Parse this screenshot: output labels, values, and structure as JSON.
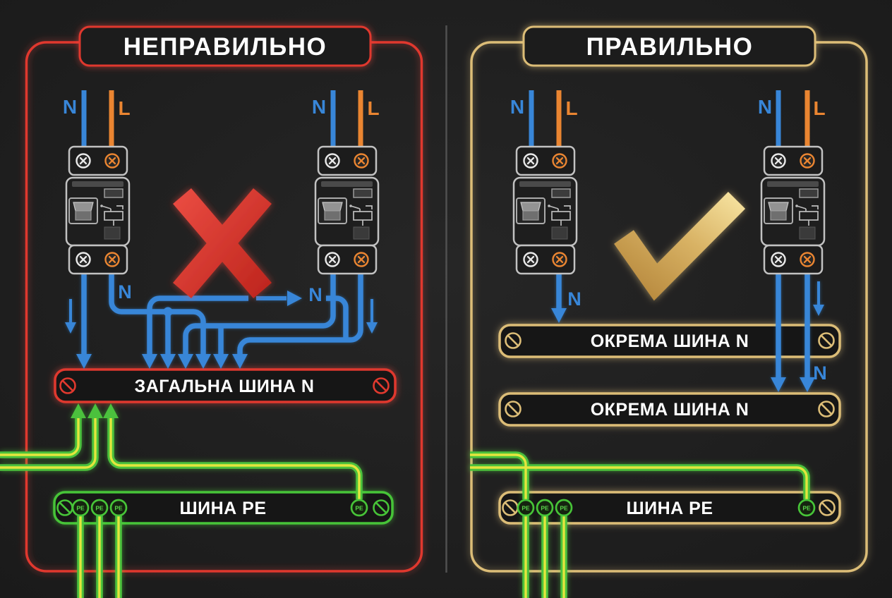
{
  "colors": {
    "background": "#202020",
    "divider": "#505050",
    "red": "#e0392e",
    "gold": "#dcbd77",
    "blue": "#3886d8",
    "orange": "#ea8531",
    "green": "#4cc13c",
    "yellow": "#e3e63c",
    "white": "#ffffff"
  },
  "left_panel": {
    "title": "НЕПРАВИЛЬНО",
    "verdict": "cross-mark",
    "rcds": [
      {
        "n": "N",
        "l": "L"
      },
      {
        "n": "N",
        "l": "L"
      }
    ],
    "flow_labels": [
      {
        "text": "N"
      },
      {
        "text": "N"
      }
    ],
    "n_bus": {
      "label": "ЗАГАЛЬНА ШИНА N"
    },
    "pe_bus": {
      "label": "ШИНА PE"
    },
    "pe_terminal": "PE"
  },
  "right_panel": {
    "title": "ПРАВИЛЬНО",
    "verdict": "check-mark",
    "rcds": [
      {
        "n": "N",
        "l": "L"
      },
      {
        "n": "N",
        "l": "L"
      }
    ],
    "flow_labels": [
      {
        "text": "N"
      },
      {
        "text": "N"
      }
    ],
    "n_buses": [
      {
        "label": "ОКРЕМА ШИНА N"
      },
      {
        "label": "ОКРЕМА ШИНА N"
      }
    ],
    "pe_bus": {
      "label": "ШИНА PE"
    },
    "pe_terminal": "PE"
  }
}
